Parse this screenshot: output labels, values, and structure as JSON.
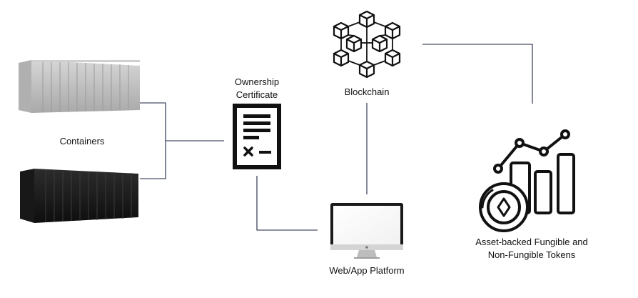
{
  "nodes": {
    "containers": {
      "label": "Containers"
    },
    "certificate": {
      "label_line1": "Ownership",
      "label_line2": "Certificate"
    },
    "blockchain": {
      "label": "Blockchain"
    },
    "platform": {
      "label": "Web/App Platform"
    },
    "tokens": {
      "label_line1": "Asset-backed Fungible and",
      "label_line2": "Non-Fungible Tokens"
    }
  },
  "colors": {
    "connector": "#1b2340",
    "icon": "#111111",
    "container_gray": "#bdbdbd",
    "container_dark": "#1f1f1f"
  },
  "icons": [
    "container-gray-icon",
    "container-black-icon",
    "certificate-icon",
    "blockchain-icon",
    "monitor-icon",
    "token-chart-icon"
  ]
}
